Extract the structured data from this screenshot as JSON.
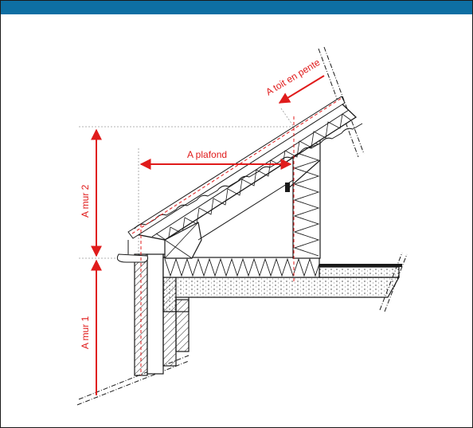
{
  "header": {
    "title": ""
  },
  "labels": {
    "roof": "A toit en pente",
    "ceiling": "A plafond",
    "wall2": "A mur 2",
    "wall1": "A mur 1"
  },
  "colors": {
    "header_bg": "#0e6fa3",
    "measure": "#e01b1b",
    "ink": "#1a1a1a"
  }
}
